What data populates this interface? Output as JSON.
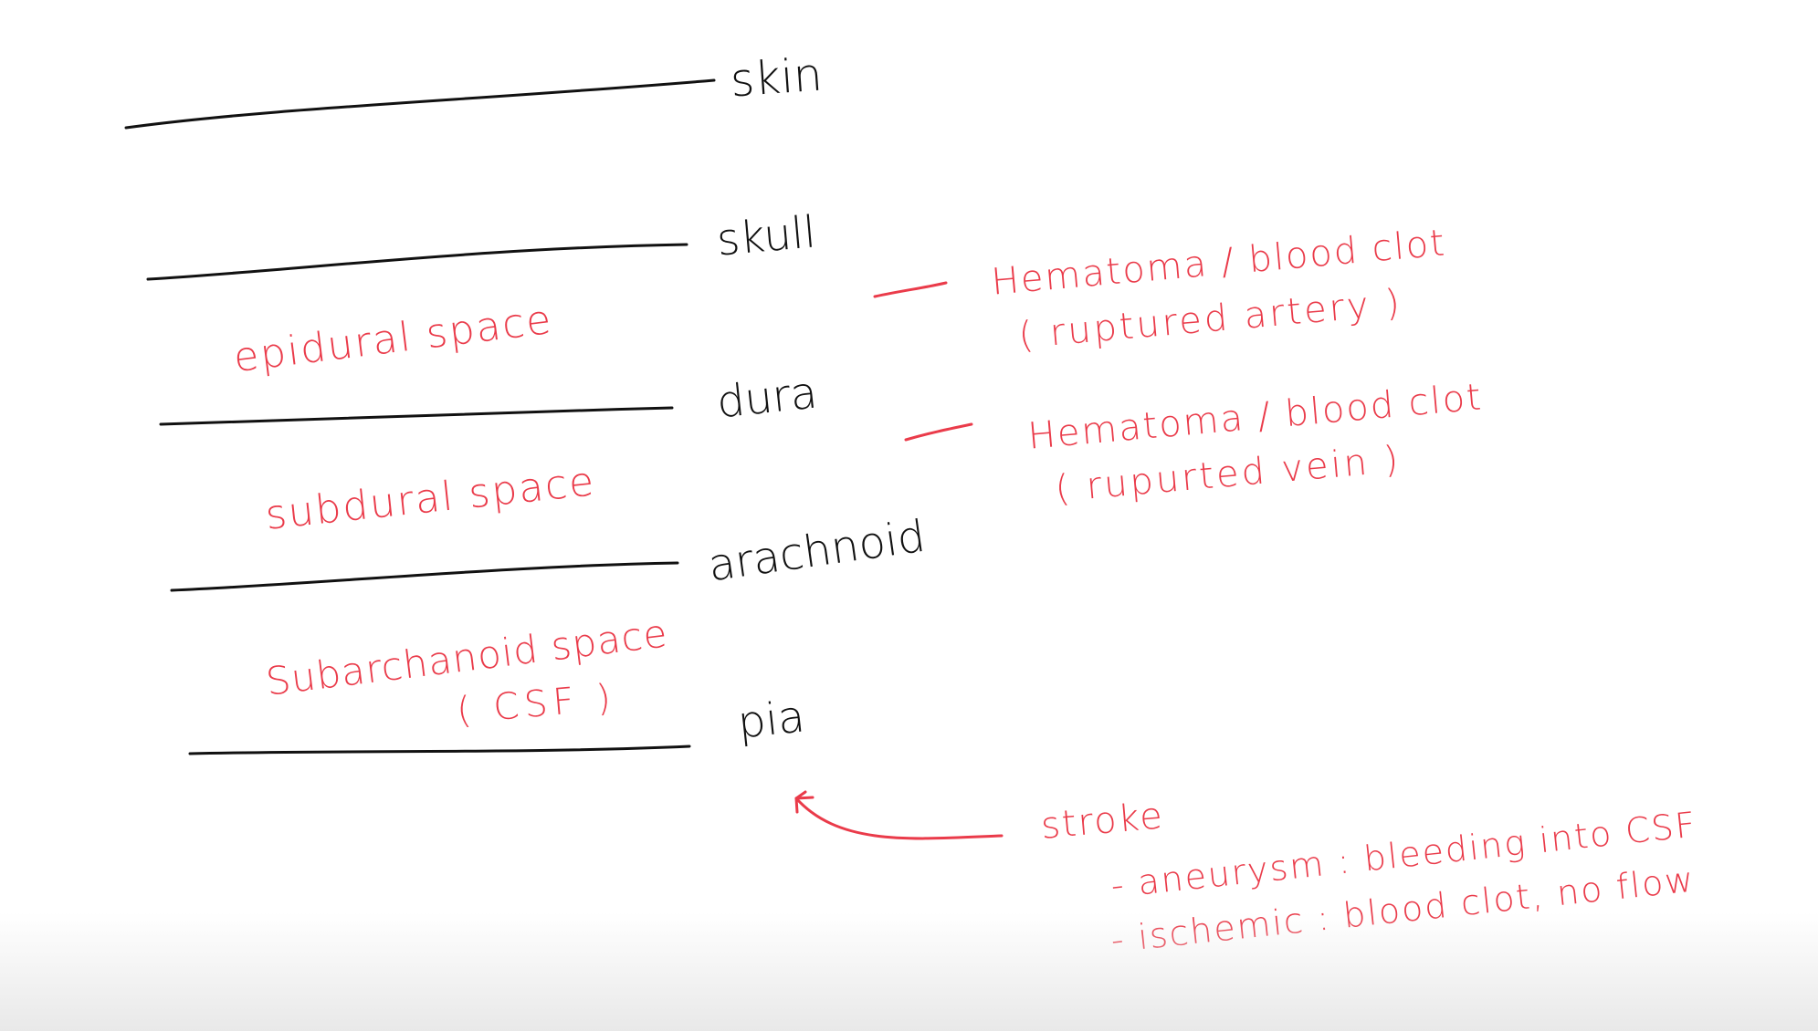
{
  "colors": {
    "black_ink": "#111111",
    "red_ink": "#ea3b4a"
  },
  "layers": {
    "skin": "skin",
    "skull": "skull",
    "dura": "dura",
    "arachnoid": "arachnoid",
    "pia": "pia"
  },
  "spaces": {
    "epidural": "epidural space",
    "subdural": "subdural space",
    "subarachnoid": "Subarchanoid space",
    "csf": "( CSF )"
  },
  "notes": {
    "epidural_line1": "Hematoma / blood clot",
    "epidural_line2": "( ruptured artery )",
    "subdural_line1": "Hematoma / blood clot",
    "subdural_line2": "( rupurted vein )",
    "stroke_title": "stroke",
    "stroke_item1": "- aneurysm : bleeding into CSF",
    "stroke_item2": "- ischemic : blood clot, no flow"
  }
}
